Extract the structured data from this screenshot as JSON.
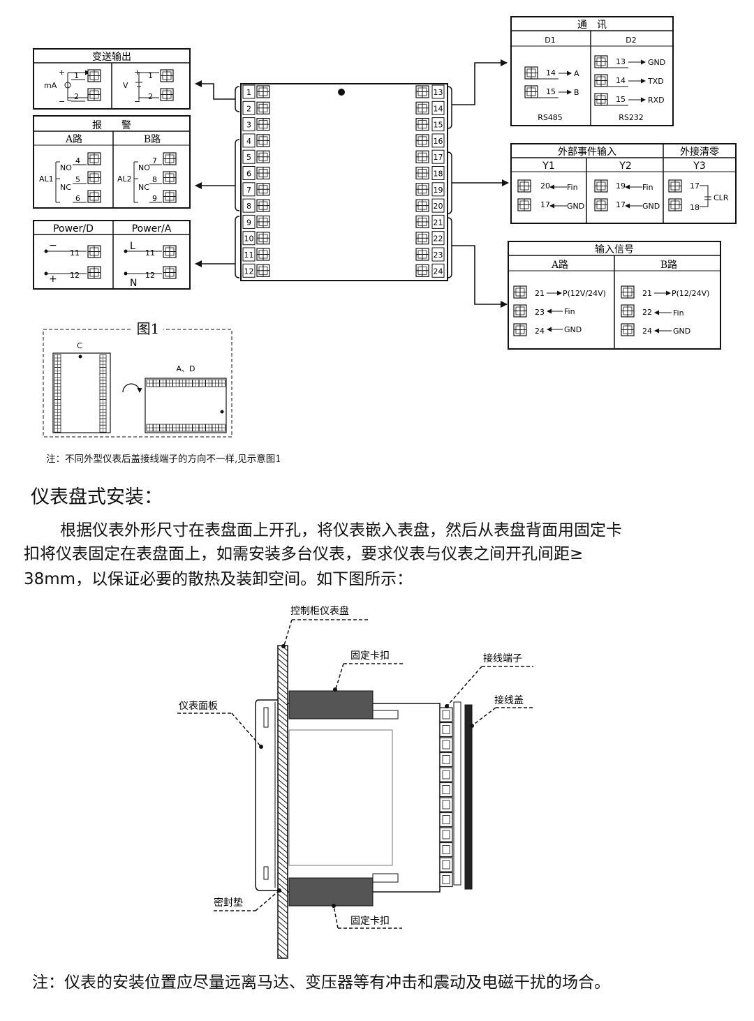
{
  "wiring": {
    "transmit": {
      "title": "变送输出",
      "ma": "mA",
      "v": "V",
      "plus": "+",
      "minus": "−",
      "t1": "1",
      "t2": "2"
    },
    "alarm": {
      "title": "报　　警",
      "a_route": "A路",
      "b_route": "B路",
      "al1": "AL1",
      "al2": "AL2",
      "no": "NO",
      "nc": "NC",
      "t4": "4",
      "t5": "5",
      "t6": "6",
      "t7": "7",
      "t8": "8",
      "t9": "9"
    },
    "power": {
      "d_title": "Power/D",
      "a_title": "Power/A",
      "minus": "−",
      "plus": "+",
      "l": "L",
      "n": "N",
      "t11": "11",
      "t12": "12"
    },
    "comm": {
      "title": "通　讯",
      "d1": "D1",
      "d2": "D2",
      "rs485": "RS485",
      "rs232": "RS232",
      "a": "A",
      "b": "B",
      "gnd": "GND",
      "txd": "TXD",
      "rxd": "RXD",
      "t13": "13",
      "t14": "14",
      "t15": "15"
    },
    "event": {
      "title": "外部事件输入",
      "clear_title": "外接清零",
      "y1": "Y1",
      "y2": "Y2",
      "y3": "Y3",
      "fin": "Fin",
      "gnd": "GND",
      "clr": "CLR",
      "t17": "17",
      "t18": "18",
      "t19": "19",
      "t20": "20"
    },
    "input": {
      "title": "输入信号",
      "a_route": "A路",
      "b_route": "B路",
      "p_a": "P(12V/24V)",
      "p_b": "P(12/24V)",
      "fin": "Fin",
      "gnd": "GND",
      "t21": "21",
      "t22": "22",
      "t23": "23",
      "t24": "24"
    },
    "meter_left_terminals": [
      "1",
      "2",
      "3",
      "4",
      "5",
      "6",
      "7",
      "8",
      "9",
      "10",
      "11",
      "12"
    ],
    "meter_right_terminals": [
      "13",
      "14",
      "15",
      "16",
      "17",
      "18",
      "19",
      "20",
      "21",
      "22",
      "23",
      "24"
    ]
  },
  "figure1": {
    "caption": "图1",
    "label_c": "C",
    "label_ad": "A、D"
  },
  "note1": "注：不同外型仪表后盖接线端子的方向不一样,见示意图1",
  "install": {
    "heading": "仪表盘式安装：",
    "body_line1": "根据仪表外形尺寸在表盘面上开孔，将仪表嵌入表盘，然后从表盘背面用固定卡",
    "body_line2": "扣将仪表固定在表盘面上，如需安装多台仪表，要求仪表与仪表之间开孔间距≥",
    "body_line3": "38mm，以保证必要的散热及装卸空间。如下图所示："
  },
  "mount_labels": {
    "panel": "控制柜仪表盘",
    "clip_top": "固定卡扣",
    "terminal": "接线端子",
    "cover": "接线盖",
    "face": "仪表面板",
    "gasket": "密封垫",
    "clip_bottom": "固定卡扣"
  },
  "note2": "注：仪表的安装位置应尽量远离马达、变压器等有冲击和震动及电磁干扰的场合。"
}
